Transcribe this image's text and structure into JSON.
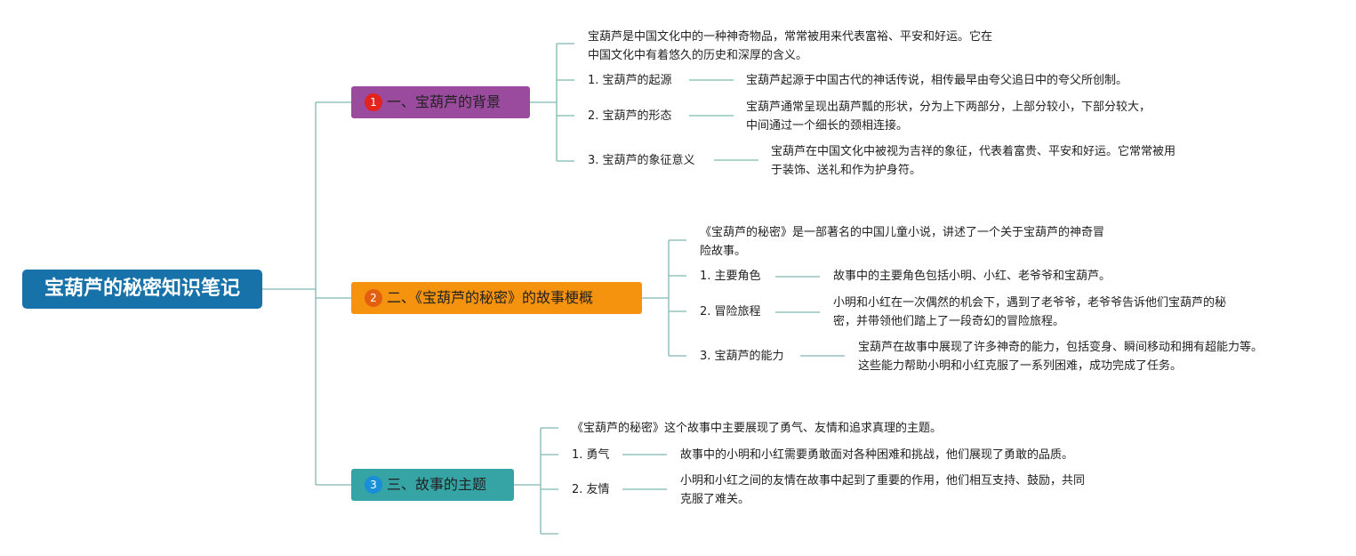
{
  "root": {
    "title": "宝葫芦的秘密知识笔记"
  },
  "branches": [
    {
      "number": "1",
      "title": "一、宝葫芦的背景",
      "intro": [
        "宝葫芦是中国文化中的一种神奇物品，常常被用来代表富裕、平安和好运。它在",
        "中国文化中有着悠久的历史和深厚的含义。"
      ],
      "items": [
        {
          "label": "1. 宝葫芦的起源",
          "desc": [
            "宝葫芦起源于中国古代的神话传说，相传最早由夸父追日中的夸父所创制。"
          ]
        },
        {
          "label": "2. 宝葫芦的形态",
          "desc": [
            "宝葫芦通常呈现出葫芦瓢的形状，分为上下两部分，上部分较小，下部分较大，",
            "中间通过一个细长的颈相连接。"
          ]
        },
        {
          "label": "3. 宝葫芦的象征意义",
          "desc": [
            "宝葫芦在中国文化中被视为吉祥的象征，代表着富贵、平安和好运。它常常被用",
            "于装饰、送礼和作为护身符。"
          ]
        }
      ]
    },
    {
      "number": "2",
      "title": "二、《宝葫芦的秘密》的故事梗概",
      "intro": [
        "《宝葫芦的秘密》是一部著名的中国儿童小说，讲述了一个关于宝葫芦的神奇冒",
        "险故事。"
      ],
      "items": [
        {
          "label": "1. 主要角色",
          "desc": [
            "故事中的主要角色包括小明、小红、老爷爷和宝葫芦。"
          ]
        },
        {
          "label": "2. 冒险旅程",
          "desc": [
            "小明和小红在一次偶然的机会下，遇到了老爷爷，老爷爷告诉他们宝葫芦的秘",
            "密，并带领他们踏上了一段奇幻的冒险旅程。"
          ]
        },
        {
          "label": "3. 宝葫芦的能力",
          "desc": [
            "宝葫芦在故事中展现了许多神奇的能力，包括变身、瞬间移动和拥有超能力等。",
            "这些能力帮助小明和小红克服了一系列困难，成功完成了任务。"
          ]
        }
      ]
    },
    {
      "number": "3",
      "title": "三、故事的主题",
      "intro": [
        "《宝葫芦的秘密》这个故事中主要展现了勇气、友情和追求真理的主题。"
      ],
      "items": [
        {
          "label": "1. 勇气",
          "desc": [
            "故事中的小明和小红需要勇敢面对各种困难和挑战，他们展现了勇敢的品质。"
          ]
        },
        {
          "label": "2. 友情",
          "desc": [
            "小明和小红之间的友情在故事中起到了重要的作用，他们相互支持、鼓励，共同",
            "克服了难关。"
          ]
        }
      ]
    }
  ],
  "colors": {
    "root": "#1672a8",
    "branch1": "#9a4b9e",
    "branch2": "#f5930f",
    "branch3": "#36a4a5",
    "badge1": "#e4231c",
    "badge2": "#e25f10",
    "badge3": "#1b8fd6",
    "connector": "#7fb8b0"
  }
}
